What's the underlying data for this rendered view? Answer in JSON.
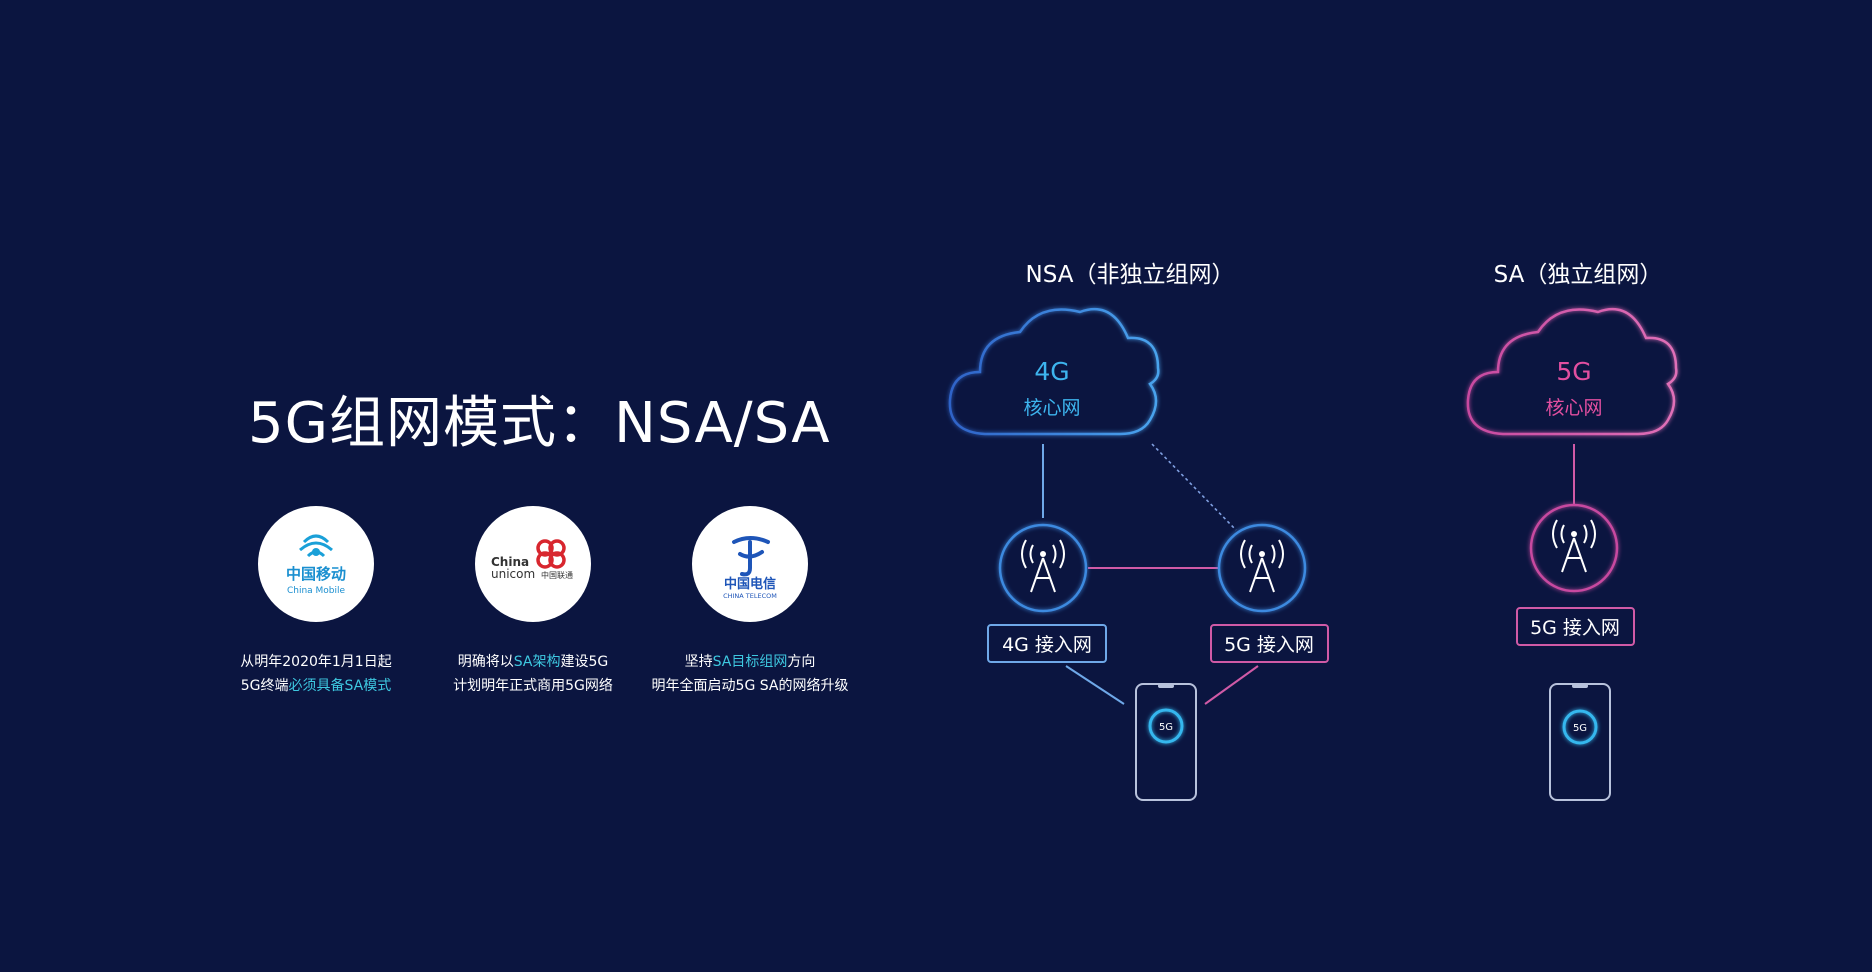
{
  "title": "5G组网模式：NSA/SA",
  "operators": [
    {
      "logo_cn": "中国移动",
      "logo_en": "China Mobile",
      "line1_pre": "从明年2020年1月1日起",
      "line1_hl": "",
      "line1_post": "",
      "line2_pre": "5G终端",
      "line2_hl": "必须具备SA模式",
      "line2_post": ""
    },
    {
      "logo_cn": "中国联通",
      "logo_en": "China unicom",
      "line1_pre": "明确将以",
      "line1_hl": "SA架构",
      "line1_post": "建设5G",
      "line2_pre": "计划明年正式商用5G网络",
      "line2_hl": "",
      "line2_post": ""
    },
    {
      "logo_cn": "中国电信",
      "logo_en": "CHINA TELECOM",
      "line1_pre": "坚持",
      "line1_hl": "SA目标组网",
      "line1_post": "方向",
      "line2_pre": "明年全面启动5G SA的网络升级",
      "line2_hl": "",
      "line2_post": ""
    }
  ],
  "nsa": {
    "heading": "NSA（非独立组网）",
    "cloud_gen": "4G",
    "cloud_label": "核心网",
    "access_4g": "4G 接入网",
    "access_5g": "5G 接入网",
    "phone_label": "5G"
  },
  "sa": {
    "heading": "SA（独立组网）",
    "cloud_gen": "5G",
    "cloud_label": "核心网",
    "access_5g": "5G 接入网",
    "phone_label": "5G"
  },
  "colors": {
    "background": "#0b1540",
    "blue": "#3a7fd6",
    "blue_text": "#3db4ee",
    "pink": "#d05aa6",
    "pink_text": "#e24fa0",
    "highlight": "#3ec8e0",
    "phone_ring": "#35b7ee"
  }
}
